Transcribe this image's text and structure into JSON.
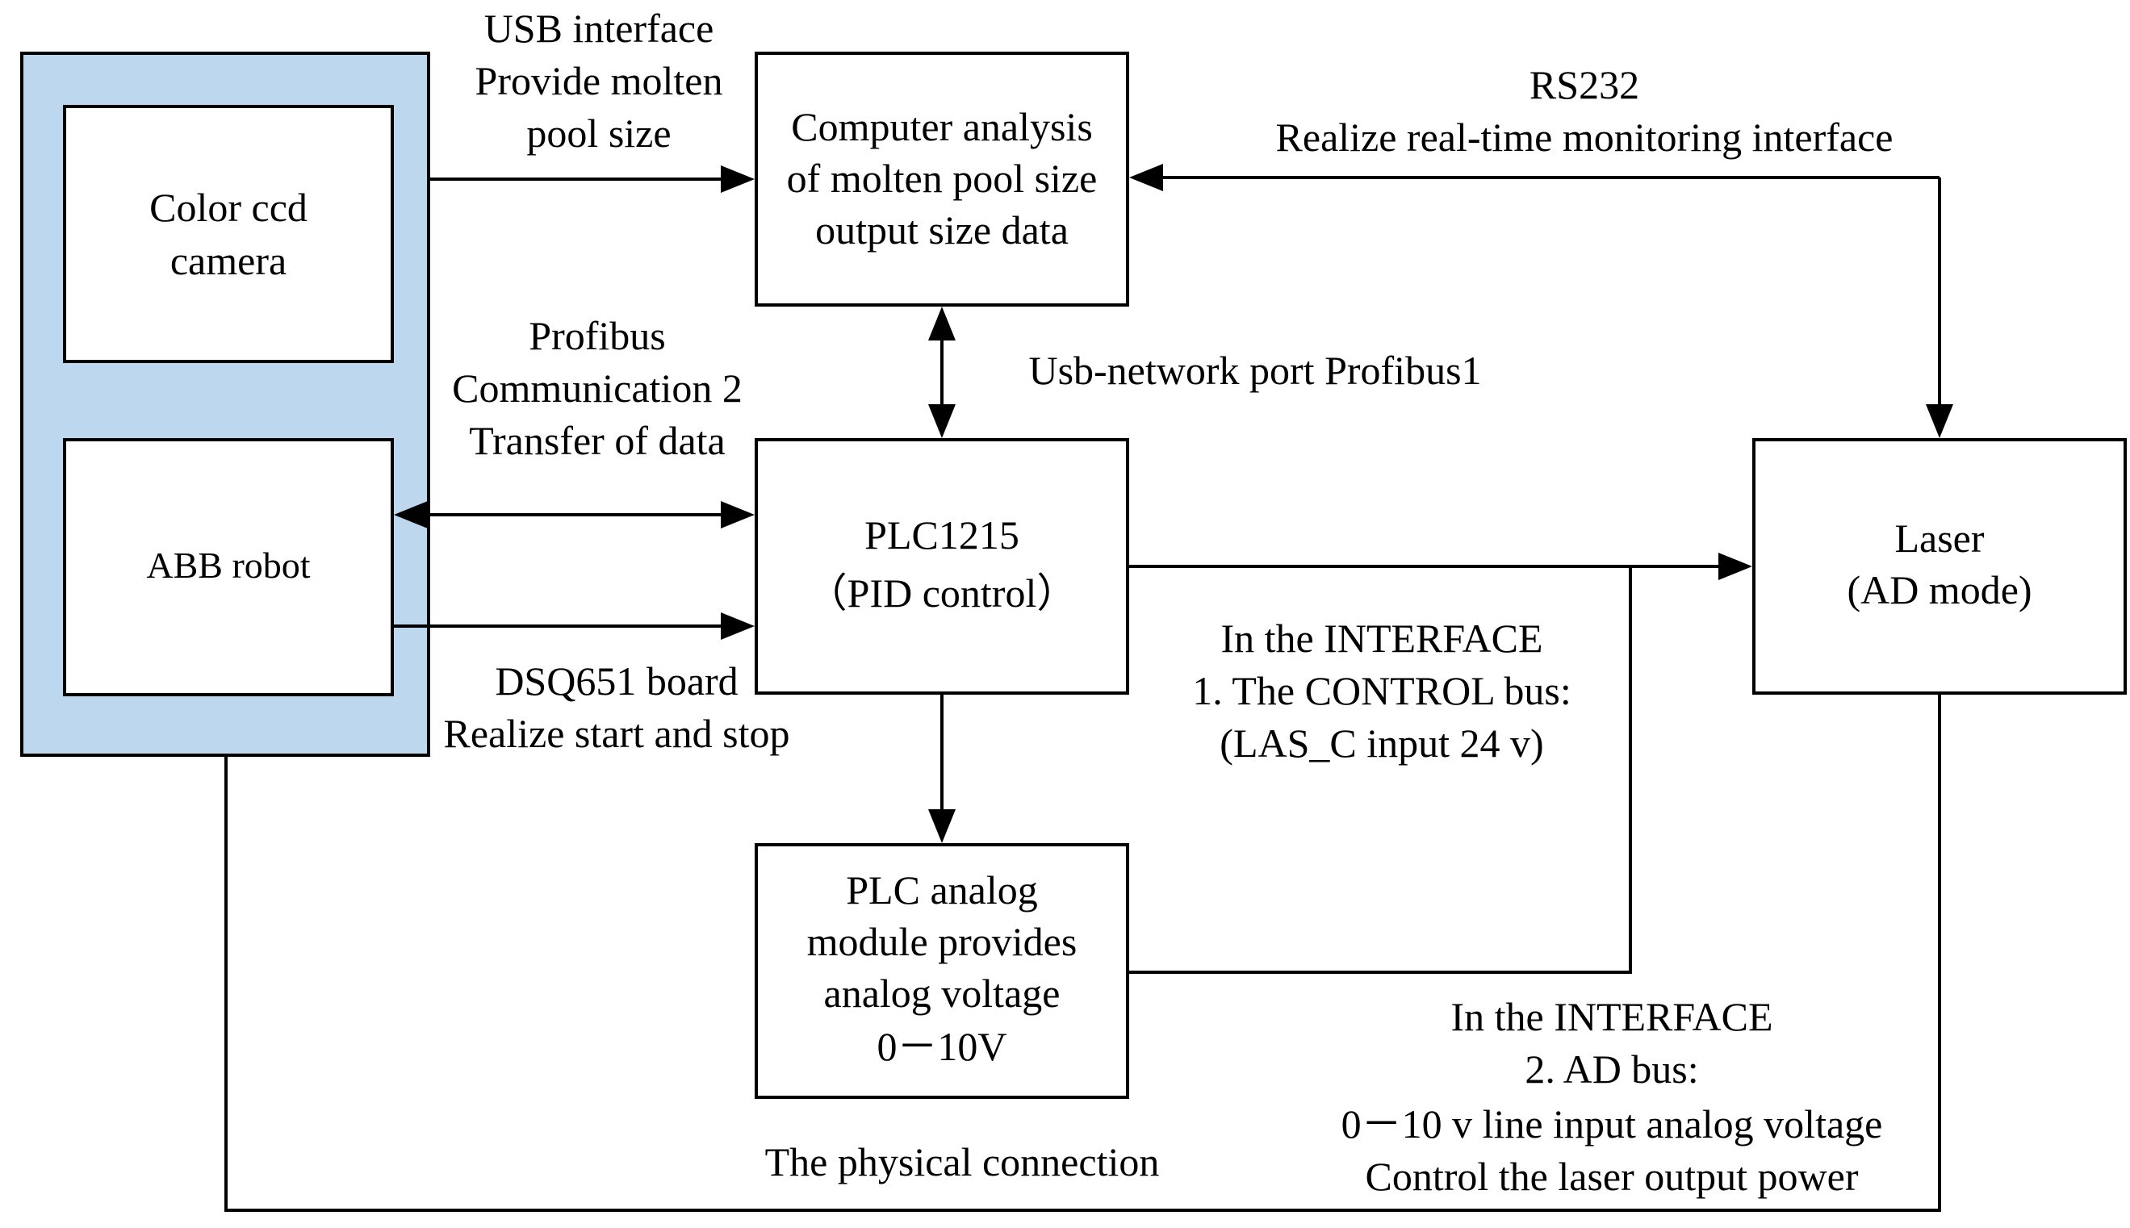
{
  "blocks": {
    "camera": [
      "Color ccd",
      "camera"
    ],
    "robot": [
      "ABB robot"
    ],
    "computer": [
      "Computer analysis",
      "of molten pool size",
      "output size data"
    ],
    "plc": [
      "PLC1215",
      "（PID control）"
    ],
    "analog": [
      "PLC analog",
      "module provides",
      "analog voltage",
      "0－10V"
    ],
    "laser": [
      "Laser",
      "(AD mode)"
    ]
  },
  "labels": {
    "usb": [
      "USB interface",
      "Provide molten",
      "pool size"
    ],
    "rs232": [
      "RS232",
      "Realize real-time monitoring interface"
    ],
    "profibus2": [
      "Profibus",
      "Communication 2",
      "Transfer of data"
    ],
    "usb_net": [
      "Usb-network port Profibus1"
    ],
    "dsq": [
      "DSQ651 board",
      "Realize start and stop"
    ],
    "control_bus": [
      "In the INTERFACE",
      "1. The CONTROL bus:",
      "(LAS_C input 24 v)"
    ],
    "ad_bus": [
      "In the INTERFACE",
      "2. AD bus:",
      "0－10 v line input analog voltage",
      "Control the laser output power"
    ],
    "physical": [
      "The physical connection"
    ]
  },
  "colors": {
    "group_fill": "#bdd7ee",
    "stroke": "#000000",
    "background": "#ffffff"
  }
}
